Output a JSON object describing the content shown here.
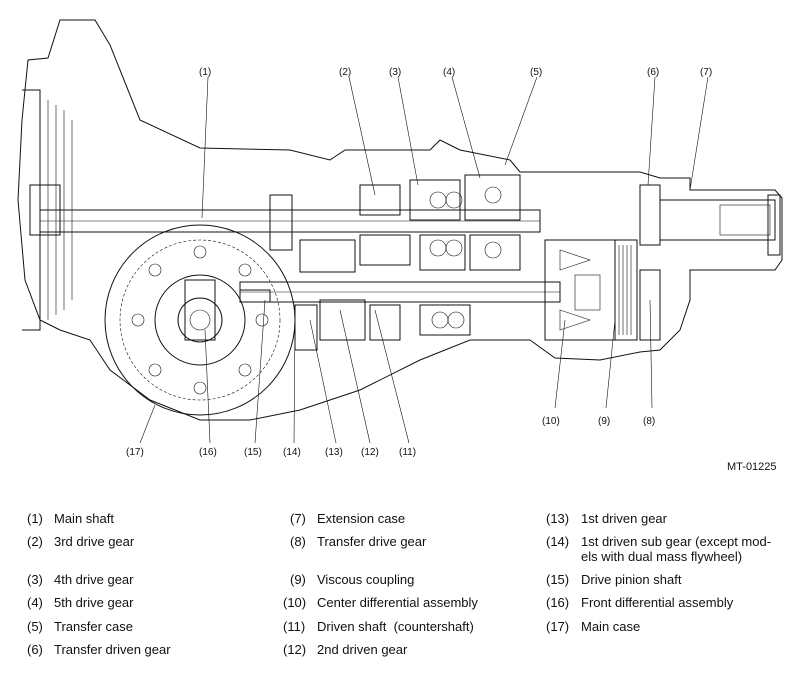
{
  "figure_code": "MT-01225",
  "callouts": [
    "(1)",
    "(2)",
    "(3)",
    "(4)",
    "(5)",
    "(6)",
    "(7)",
    "(8)",
    "(9)",
    "(10)",
    "(11)",
    "(12)",
    "(13)",
    "(14)",
    "(15)",
    "(16)",
    "(17)"
  ],
  "legend": [
    {
      "num": "(1)",
      "text": "Main shaft"
    },
    {
      "num": "(2)",
      "text": "3rd drive gear"
    },
    {
      "num": "(3)",
      "text": "4th drive gear"
    },
    {
      "num": "(4)",
      "text": "5th drive gear"
    },
    {
      "num": "(5)",
      "text": "Transfer case"
    },
    {
      "num": "(6)",
      "text": "Transfer driven gear"
    },
    {
      "num": "(7)",
      "text": "Extension case"
    },
    {
      "num": "(8)",
      "text": "Transfer drive gear"
    },
    {
      "num": "(9)",
      "text": "Viscous coupling"
    },
    {
      "num": "(10)",
      "text": "Center differential assembly"
    },
    {
      "num": "(11)",
      "text": "Driven shaft  (countershaft)"
    },
    {
      "num": "(12)",
      "text": "2nd driven gear"
    },
    {
      "num": "(13)",
      "text": "1st driven gear"
    },
    {
      "num": "(14)",
      "text": "1st driven sub gear (except mod-\nels with dual mass flywheel)"
    },
    {
      "num": "(15)",
      "text": "Drive pinion shaft"
    },
    {
      "num": "(16)",
      "text": "Front differential assembly"
    },
    {
      "num": "(17)",
      "text": "Main case"
    }
  ]
}
